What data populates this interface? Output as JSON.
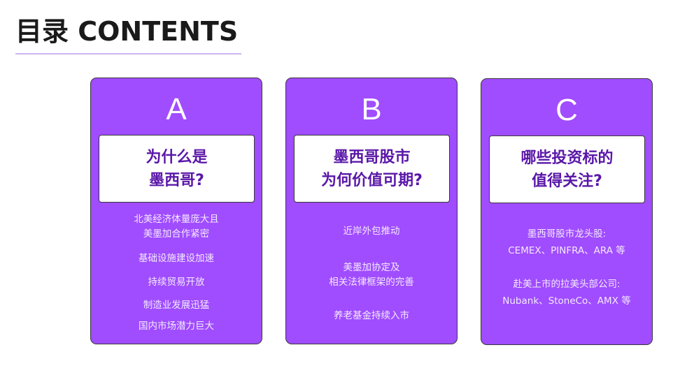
{
  "header": {
    "title": "目录 CONTENTS"
  },
  "cards": [
    {
      "letter": "A",
      "heading": [
        "为什么是",
        "墨西哥?"
      ],
      "items": [
        [
          "北美经济体量庞大且",
          "美墨加合作紧密"
        ],
        [
          "基础设施建设加速"
        ],
        [
          "持续贸易开放"
        ],
        [
          "制造业发展迅猛"
        ],
        [
          "国内市场潜力巨大"
        ]
      ]
    },
    {
      "letter": "B",
      "heading": [
        "墨西哥股市",
        "为何价值可期?"
      ],
      "items": [
        [
          "近岸外包推动"
        ],
        [
          "美墨加协定及",
          "相关法律框架的完善"
        ],
        [
          "养老基金持续入市"
        ]
      ]
    },
    {
      "letter": "C",
      "heading": [
        "哪些投资标的",
        "值得关注?"
      ],
      "items": [
        [
          "墨西哥股市龙头股:",
          "CEMEX、PINFRA、ARA 等"
        ],
        [
          "赴美上市的拉美头部公司:",
          "Nubank、StoneCo、AMX 等"
        ]
      ]
    }
  ],
  "colors": {
    "card": "#a04cff",
    "heading": "#5a17a8"
  }
}
